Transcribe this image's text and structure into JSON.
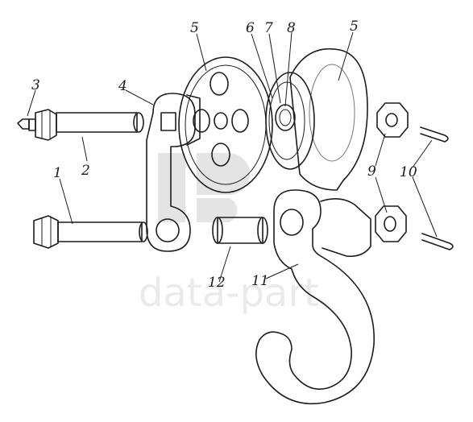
{
  "watermark": {
    "text": "data-part"
  },
  "callouts": {
    "c1": "1",
    "c2": "2",
    "c3": "3",
    "c4": "4",
    "c5a": "5",
    "c5b": "5",
    "c6": "6",
    "c7": "7",
    "c8": "8",
    "c9": "9",
    "c10": "10",
    "c11": "11",
    "c12": "12"
  },
  "colors": {
    "ink": "#1c1c1c",
    "shade": "#8a8a8a",
    "watermark": "#d9d9d9"
  }
}
